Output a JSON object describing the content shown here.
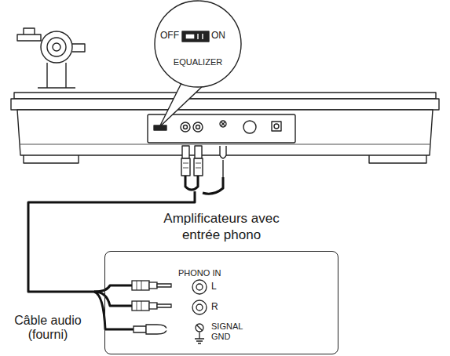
{
  "diagram": {
    "nodes": [
      {
        "text": [
          "OFF",
          "ON",
          "EQUALIZER"
        ]
      },
      {
        "text": [
          "Amplificateurs avec entrée phono",
          "PHONO IN"
        ]
      }
    ],
    "labels": [
      "L",
      "R",
      "SIGNAL GND",
      "Câble audio (fourni)"
    ]
  }
}
